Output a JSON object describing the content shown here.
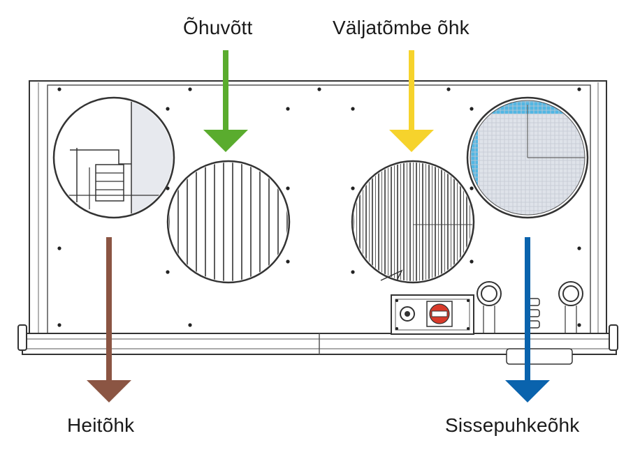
{
  "labels": {
    "outdoor_air": "Õhuvõtt",
    "extract_air": "Väljatõmbe õhk",
    "exhaust_air": "Heitõhk",
    "supply_air": "Sissepuhkeõhk"
  },
  "colors": {
    "outdoor_air": "#5aac2e",
    "extract_air": "#f6d32c",
    "exhaust_air": "#8b5543",
    "supply_air": "#0a63ad",
    "unit_outline": "#333333",
    "filter_fill": "#dfe3ea",
    "filter_accent": "#53b6e3",
    "switch_red": "#d83a2a"
  },
  "icons": {
    "outdoor_air": "arrow-down-icon",
    "extract_air": "arrow-down-icon",
    "exhaust_air": "arrow-down-icon",
    "supply_air": "arrow-down-icon"
  }
}
